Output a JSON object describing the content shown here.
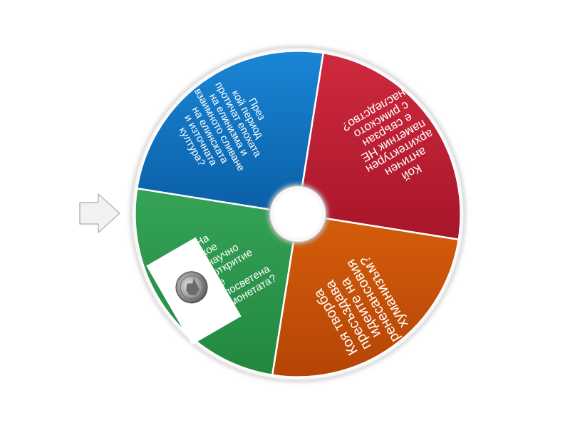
{
  "wheel": {
    "segments": [
      {
        "id": "blue",
        "color_top": "#1a86d6",
        "color_bottom": "#0a5ea6",
        "text": [
          "През",
          "кой период",
          "протичат епохата",
          "на елинизма и",
          "взаимното сливане",
          "на елинската",
          "и източната",
          "култура?"
        ]
      },
      {
        "id": "red",
        "color_top": "#cf2a3d",
        "color_bottom": "#a8152a",
        "text": [
          "Кой",
          "античен",
          "архитектурен",
          "паметник НЕ",
          "е свързан",
          "с римското",
          "наследство?"
        ]
      },
      {
        "id": "orange",
        "color_top": "#d55e0c",
        "color_bottom": "#b54405",
        "text": [
          "Коя творба",
          "пресъздава",
          "идеите на",
          "ренесансовия",
          "хуманизъм?"
        ]
      },
      {
        "id": "green",
        "color_top": "#35a357",
        "color_bottom": "#22873f",
        "text": [
          "На",
          "кое",
          "научно",
          "откритие",
          "е",
          "посветена",
          "монетата?"
        ]
      }
    ]
  },
  "pointer": {
    "icon": "arrow-right-icon",
    "color": "#f2f2f2"
  },
  "coin_image": {
    "icon": "coin-image"
  }
}
